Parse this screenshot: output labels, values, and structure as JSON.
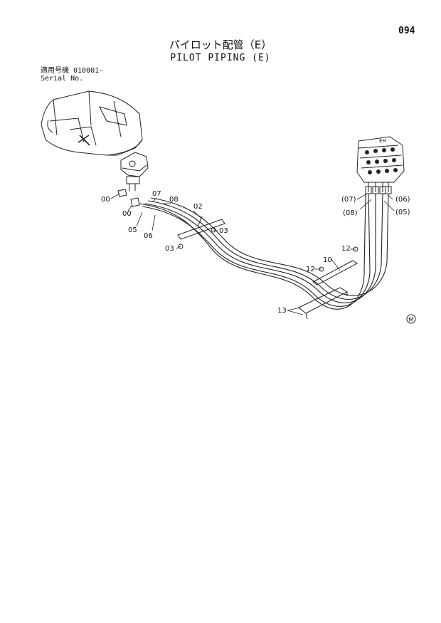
{
  "header": {
    "page_number": "094",
    "title_jp": "パイロット配管（E）",
    "title_en": "PILOT PIPING (E)"
  },
  "serial": {
    "label_jp": "適用号機  010001-",
    "label_en": "Serial No."
  },
  "valve_label": "EH",
  "mark_symbol": "M",
  "callouts": {
    "c00a": "00",
    "c00b": "00",
    "c07": "07",
    "c08": "08",
    "c02": "02",
    "c05": "05",
    "c06": "06",
    "c03a": "03",
    "c03b": "03",
    "c07p": "(07)",
    "c08p": "(08)",
    "c06p": "(06)",
    "c05p": "(05)",
    "c10": "10",
    "c12a": "12",
    "c12b": "12",
    "c13": "13"
  }
}
